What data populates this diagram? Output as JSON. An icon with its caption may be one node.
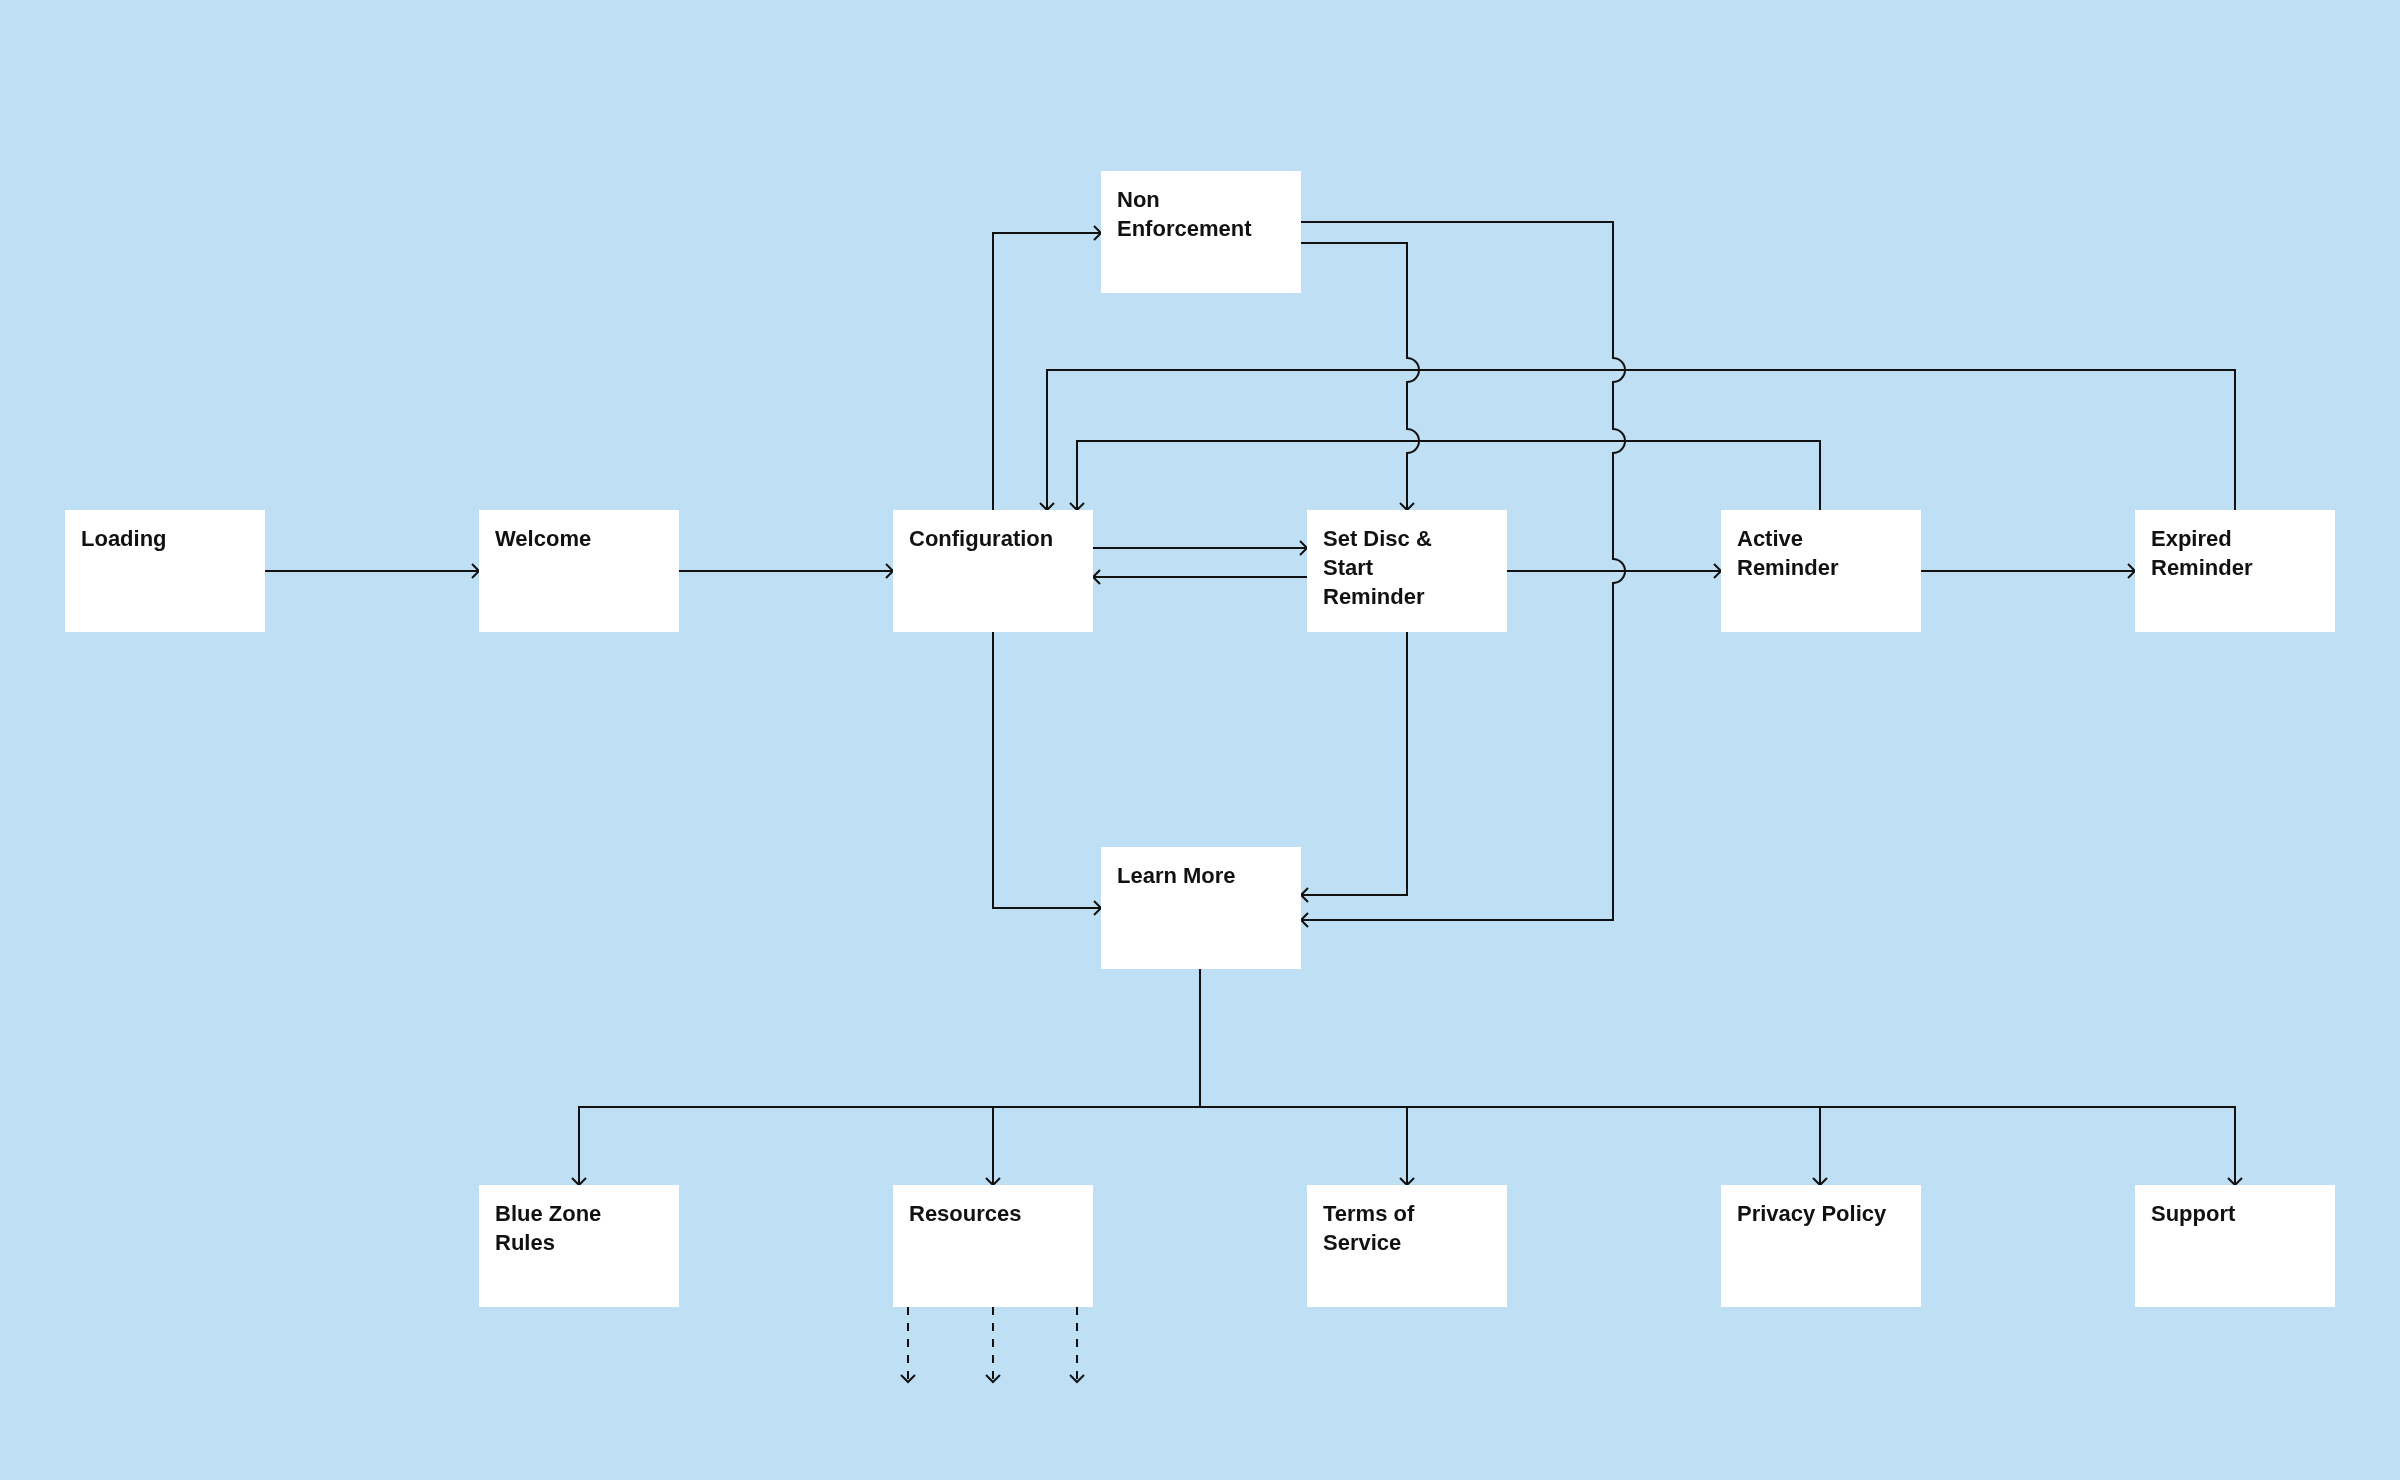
{
  "diagram": {
    "nodes": [
      {
        "text": [
          "Loading"
        ]
      },
      {
        "text": [
          "Welcome"
        ]
      },
      {
        "text": [
          "Configuration"
        ]
      },
      {
        "text": [
          "Non Enforcement"
        ]
      },
      {
        "text": [
          "Set Disc & Start Reminder"
        ]
      },
      {
        "text": [
          "Active Reminder"
        ]
      },
      {
        "text": [
          "Expired Reminder"
        ]
      },
      {
        "text": [
          "Learn More"
        ]
      },
      {
        "text": [
          "Blue Zone Rules"
        ]
      },
      {
        "text": [
          "Resources"
        ]
      },
      {
        "text": [
          "Terms of Service"
        ]
      },
      {
        "text": [
          "Privacy Policy"
        ]
      },
      {
        "text": [
          "Support"
        ]
      }
    ],
    "edges": [
      {
        "from": 0,
        "to": 1,
        "arrow": "to"
      },
      {
        "from": 1,
        "to": 2,
        "arrow": "to"
      },
      {
        "from": 2,
        "to": 3,
        "arrow": "to"
      },
      {
        "from": 3,
        "to": 4,
        "arrow": "to"
      },
      {
        "from": 3,
        "to": 7,
        "arrow": "to"
      },
      {
        "from": 6,
        "to": 2,
        "arrow": "to"
      },
      {
        "from": 5,
        "to": 2,
        "arrow": "to"
      },
      {
        "from": 2,
        "to": 4,
        "arrow": "to"
      },
      {
        "from": 4,
        "to": 2,
        "arrow": "to"
      },
      {
        "from": 4,
        "to": 5,
        "arrow": "to"
      },
      {
        "from": 5,
        "to": 6,
        "arrow": "to"
      },
      {
        "from": 2,
        "to": 7,
        "arrow": "to"
      },
      {
        "from": 4,
        "to": 7,
        "arrow": "to"
      },
      {
        "from": 7,
        "to": 8,
        "arrow": "to"
      },
      {
        "from": 7,
        "to": 9,
        "arrow": "to"
      },
      {
        "from": 7,
        "to": 10,
        "arrow": "to"
      },
      {
        "from": 7,
        "to": 11,
        "arrow": "to"
      },
      {
        "from": 7,
        "to": 12,
        "arrow": "to"
      },
      {
        "from": 9,
        "to": null,
        "arrow": "to",
        "style": "dashed"
      },
      {
        "from": 9,
        "to": null,
        "arrow": "to",
        "style": "dashed"
      },
      {
        "from": 9,
        "to": null,
        "arrow": "to",
        "style": "dashed"
      }
    ]
  }
}
